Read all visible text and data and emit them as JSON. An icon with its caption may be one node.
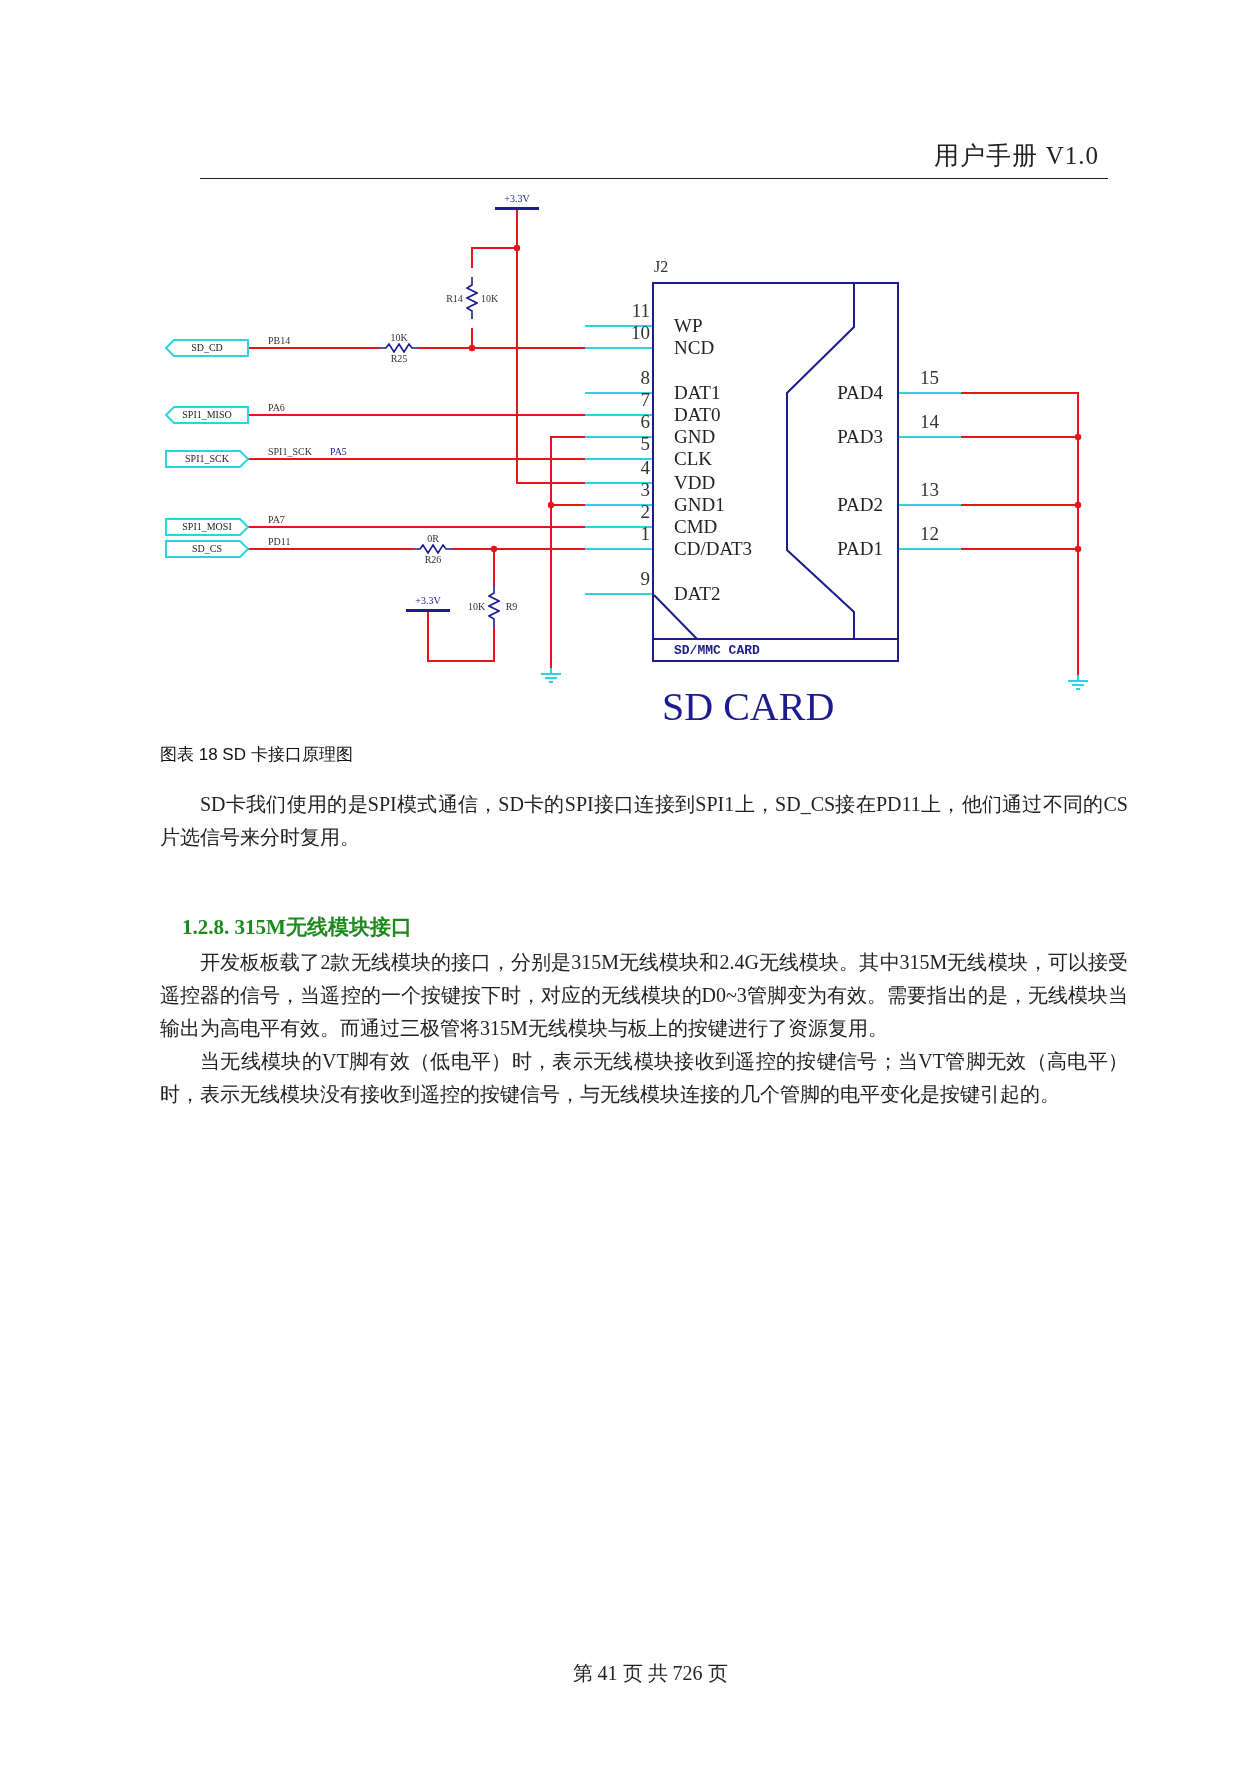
{
  "diagram": {
    "title": "SD CARD",
    "caption": "图表 18 SD 卡接口原理图",
    "nodes": [
      {
        "text": [
          "+3.3V"
        ]
      },
      {
        "text": [
          "R14",
          "10K"
        ]
      },
      {
        "text": [
          "SD_CD"
        ]
      },
      {
        "text": [
          "10K",
          "R25"
        ]
      },
      {
        "text": [
          "SPI1_MISO"
        ]
      },
      {
        "text": [
          "SPI1_SCK"
        ]
      },
      {
        "text": [
          "SPI1_MOSI"
        ]
      },
      {
        "text": [
          "SD_CS"
        ]
      },
      {
        "text": [
          "0R",
          "R26"
        ]
      },
      {
        "text": [
          "+3.3V"
        ]
      },
      {
        "text": [
          "10K",
          "R9"
        ]
      },
      {
        "text": [],
        "shape": "ground"
      },
      {
        "text": [
          "J2",
          "SD/MMC CARD"
        ]
      },
      {
        "text": [
          "WP"
        ],
        "beside": [
          "11"
        ]
      },
      {
        "text": [
          "NCD"
        ],
        "beside": [
          "10"
        ]
      },
      {
        "text": [
          "DAT1"
        ],
        "beside": [
          "8"
        ]
      },
      {
        "text": [
          "DAT0"
        ],
        "beside": [
          "7"
        ]
      },
      {
        "text": [
          "GND"
        ],
        "beside": [
          "6"
        ]
      },
      {
        "text": [
          "CLK"
        ],
        "beside": [
          "5"
        ]
      },
      {
        "text": [
          "VDD"
        ],
        "beside": [
          "4"
        ]
      },
      {
        "text": [
          "GND1"
        ],
        "beside": [
          "3"
        ]
      },
      {
        "text": [
          "CMD"
        ],
        "beside": [
          "2"
        ]
      },
      {
        "text": [
          "CD/DAT3"
        ],
        "beside": [
          "1"
        ]
      },
      {
        "text": [
          "DAT2"
        ],
        "beside": [
          "9"
        ]
      },
      {
        "text": [
          "PAD4"
        ],
        "beside": [
          "15"
        ]
      },
      {
        "text": [
          "PAD3"
        ],
        "beside": [
          "14"
        ]
      },
      {
        "text": [
          "PAD2"
        ],
        "beside": [
          "13"
        ]
      },
      {
        "text": [
          "PAD1"
        ],
        "beside": [
          "12"
        ]
      },
      {
        "text": [],
        "shape": "ground"
      }
    ],
    "edges": [
      {
        "from": 2,
        "to": 3,
        "arrow": "none",
        "label": "PB14"
      },
      {
        "from": 3,
        "to": 14,
        "arrow": "none"
      },
      {
        "from": 0,
        "to": 1,
        "arrow": "none"
      },
      {
        "from": 1,
        "to": 14,
        "arrow": "none"
      },
      {
        "from": 0,
        "to": 19,
        "arrow": "none"
      },
      {
        "from": 4,
        "to": 16,
        "arrow": "none",
        "label": "PA6"
      },
      {
        "from": 5,
        "to": 18,
        "arrow": "none",
        "label": "SPI1_SCK"
      },
      {
        "from": 6,
        "to": 21,
        "arrow": "none",
        "label": "PA7"
      },
      {
        "from": 7,
        "to": 8,
        "arrow": "none",
        "label": "PD11"
      },
      {
        "from": 8,
        "to": 22,
        "arrow": "none"
      },
      {
        "from": 10,
        "to": 22,
        "arrow": "none"
      },
      {
        "from": 9,
        "to": 10,
        "arrow": "none"
      },
      {
        "from": 17,
        "to": 11,
        "arrow": "none"
      },
      {
        "from": 20,
        "to": 11,
        "arrow": "none"
      },
      {
        "from": 24,
        "to": 28,
        "arrow": "none"
      },
      {
        "from": 25,
        "to": 28,
        "arrow": "none"
      },
      {
        "from": 26,
        "to": 28,
        "arrow": "none"
      },
      {
        "from": 27,
        "to": 28,
        "arrow": "none"
      }
    ],
    "labels": [
      "用户手册 V1.0",
      "PA5",
      "SD卡我们使用的是SPI模式通信，SD卡的SPI接口连接到SPI1上，SD_CS接在PD11上，他们通过不同的CS片选信号来分时复用。",
      "1.2.8. 315M无线模块接口",
      "开发板板载了2款无线模块的接口，分别是315M无线模块和2.4G无线模块。其中315M无线模块，可以接受遥控器的信号，当遥控的一个按键按下时，对应的无线模块的D0~3管脚变为有效。需要指出的是，无线模块当输出为高电平有效。而通过三极管将315M无线模块与板上的按键进行了资源复用。",
      "当无线模块的VT脚有效（低电平）时，表示无线模块接收到遥控的按键信号；当VT管脚无效（高电平）时，表示无线模块没有接收到遥控的按键信号，与无线模块连接的几个管脚的电平变化是按键引起的。",
      "第 41 页 共 726 页"
    ]
  }
}
